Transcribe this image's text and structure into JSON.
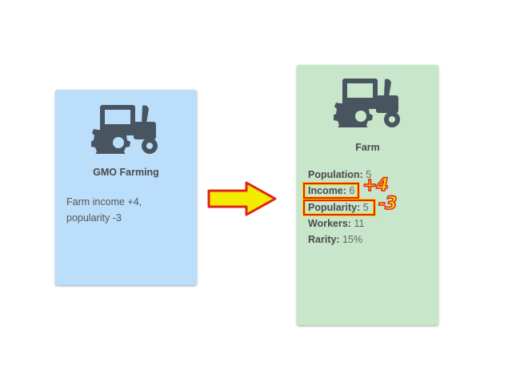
{
  "colors": {
    "source_card_bg": "#bbdefb",
    "target_card_bg": "#c8e6c9",
    "icon_color": "#485560",
    "arrow_fill": "#f4ec00",
    "arrow_stroke": "#e0221a",
    "highlight_border": "#e8201a"
  },
  "source_card": {
    "icon": "tractor-icon",
    "title": "GMO Farming",
    "description": "Farm income +4, popularity -3"
  },
  "transform_arrow": {
    "icon": "right-arrow-icon"
  },
  "target_card": {
    "icon": "tractor-icon",
    "title": "Farm",
    "stats": [
      {
        "label": "Population:",
        "value": "5"
      },
      {
        "label": "Income:",
        "value": "6",
        "delta": "+4",
        "highlighted": true
      },
      {
        "label": "Popularity:",
        "value": "5",
        "delta": "-3",
        "highlighted": true
      },
      {
        "label": "Workers:",
        "value": "11"
      },
      {
        "label": "Rarity:",
        "value": "15%"
      }
    ]
  }
}
